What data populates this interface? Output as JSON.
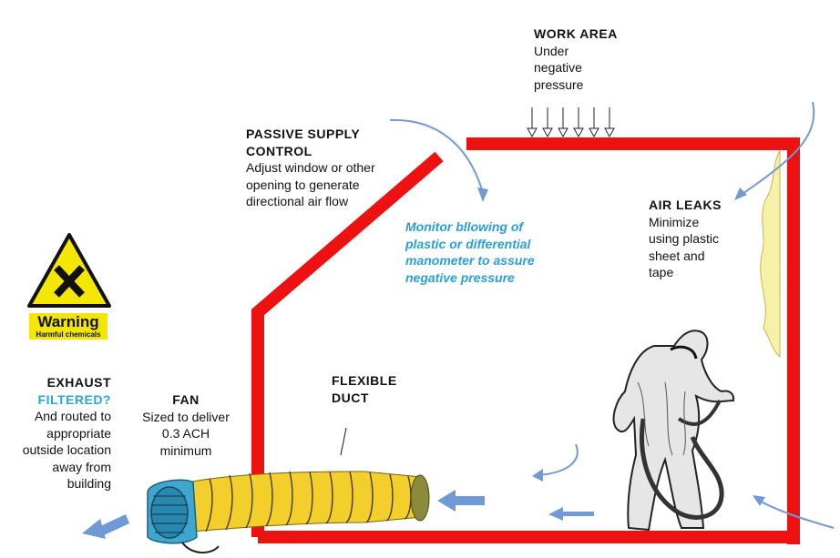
{
  "work_area": {
    "title": "WORK AREA",
    "lines": [
      "Under",
      "negative",
      "pressure"
    ]
  },
  "passive_supply": {
    "title_lines": [
      "PASSIVE SUPPLY",
      "CONTROL"
    ],
    "lines": [
      "Adjust window or other",
      "opening to generate",
      "directional air flow"
    ]
  },
  "monitor": {
    "lines": [
      "Monitor bllowing of",
      "plastic or differential",
      "manometer to assure",
      "negative pressure"
    ]
  },
  "air_leaks": {
    "title": "AIR LEAKS",
    "lines": [
      "Minimize",
      "using plastic",
      "sheet and",
      "tape"
    ]
  },
  "exhaust": {
    "title": "EXHAUST",
    "filtered": "FILTERED?",
    "lines": [
      "And routed to",
      "appropriate",
      "outside location",
      "away from",
      "building"
    ]
  },
  "fan": {
    "title": "FAN",
    "lines": [
      "Sized to deliver",
      "0.3 ACH",
      "minimum"
    ]
  },
  "flexible_duct": {
    "title_lines": [
      "FLEXIBLE",
      "DUCT"
    ]
  },
  "warning_sign": {
    "title": "Warning",
    "subtitle": "Harmful chemicals"
  },
  "colors": {
    "enclosure": "#ee1111",
    "flow_arrow": "#6f9ad6",
    "duct": "#f2cf2a",
    "fan": "#3fa6cf",
    "caution": "#f3e600"
  },
  "icons": [
    "hazard-x-icon",
    "person-in-protective-suit-icon",
    "fan-icon",
    "down-arrow-icon",
    "flow-arrow-icon"
  ]
}
